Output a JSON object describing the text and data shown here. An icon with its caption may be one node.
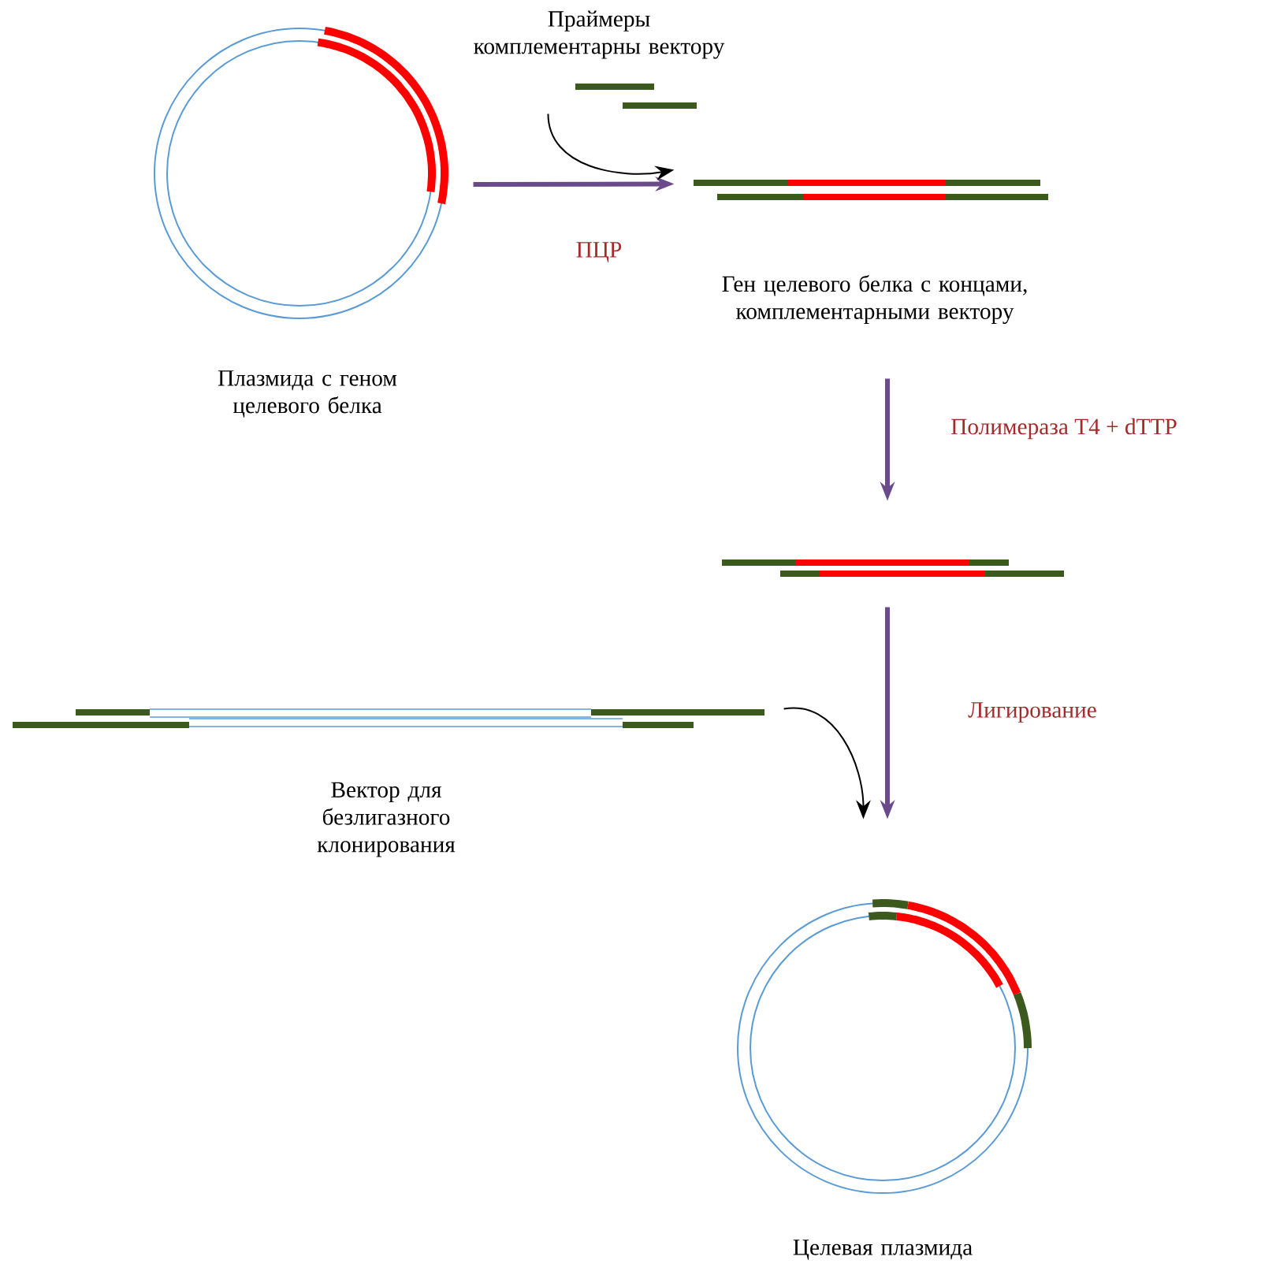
{
  "diagram": {
    "nodes": [
      {
        "text": [
          "Плазмида с геном целевого белка"
        ]
      },
      {
        "text": [
          "Праймеры комплементарны вектору"
        ]
      },
      {
        "text": [
          "Ген целевого белка с концами, комплементарными вектору"
        ]
      },
      {
        "text": [],
        "shape": "picture"
      },
      {
        "text": [
          "Вектор для безлигазного клонирования"
        ]
      },
      {
        "text": [
          "Целевая плазмида"
        ]
      }
    ],
    "edges": [
      {
        "from": 0,
        "to": 2,
        "arrow": "to",
        "label": "ПЦР",
        "color": "#6b4a8c"
      },
      {
        "from": 1,
        "to": 2,
        "arrow": "to",
        "color": "#000000"
      },
      {
        "from": 2,
        "to": 3,
        "arrow": "to",
        "label": "Полимераза T4 + dTTP",
        "color": "#6b4a8c"
      },
      {
        "from": 3,
        "to": 5,
        "arrow": "to",
        "label": "Лигирование",
        "color": "#6b4a8c"
      },
      {
        "from": 4,
        "to": 5,
        "arrow": "to",
        "color": "#000000"
      }
    ]
  }
}
